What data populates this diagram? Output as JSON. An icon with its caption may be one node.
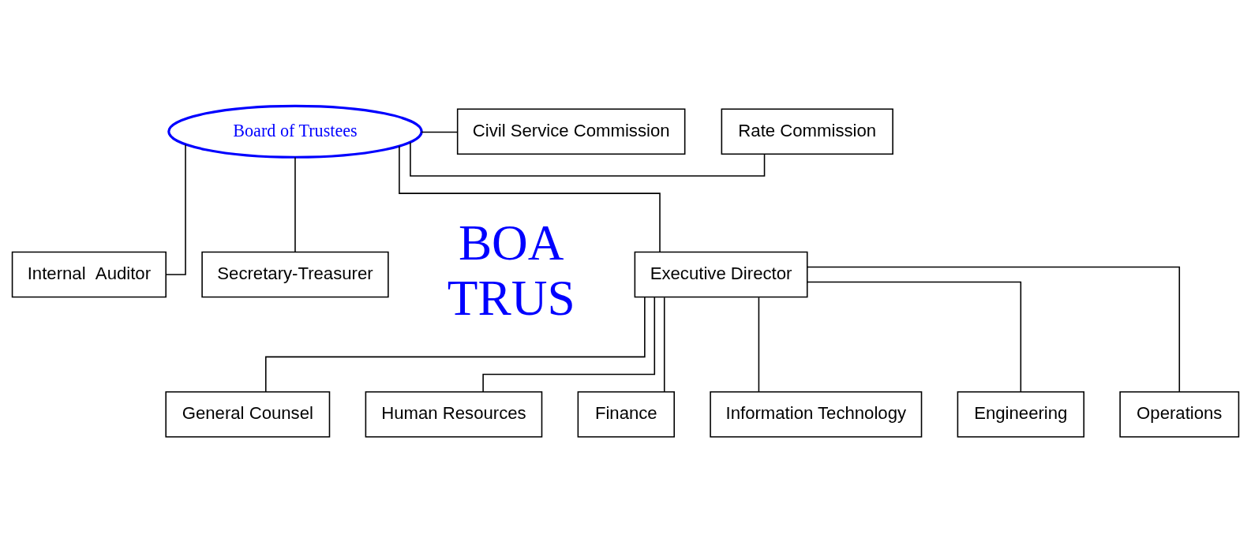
{
  "diagram": {
    "nodes": [
      {
        "text": [
          "Board of Trustees"
        ]
      },
      {
        "text": [
          "Rate Commission"
        ]
      },
      {
        "text": [
          "Internal  Auditor"
        ]
      },
      {
        "text": [
          "Civil Service Commission"
        ]
      },
      {
        "text": [
          "Secretary-Treasurer"
        ]
      },
      {
        "text": [
          "Executive Director"
        ]
      },
      {
        "text": [
          "General Counsel"
        ]
      },
      {
        "text": [
          "Human Resources"
        ]
      },
      {
        "text": [
          "Finance"
        ]
      },
      {
        "text": [
          "Information Technology"
        ]
      },
      {
        "text": [
          "Engineering"
        ]
      },
      {
        "text": [
          "Operations"
        ]
      }
    ],
    "edges": [
      {
        "from": 0,
        "to": 1,
        "arrow": "none"
      },
      {
        "from": 0,
        "to": 2,
        "arrow": "none"
      },
      {
        "from": 0,
        "to": 3,
        "arrow": "none"
      },
      {
        "from": 0,
        "to": 4,
        "arrow": "none"
      },
      {
        "from": 0,
        "to": 5,
        "arrow": "none"
      },
      {
        "from": 5,
        "to": 6,
        "arrow": "none"
      },
      {
        "from": 5,
        "to": 7,
        "arrow": "none"
      },
      {
        "from": 5,
        "to": 8,
        "arrow": "none"
      },
      {
        "from": 5,
        "to": 9,
        "arrow": "none"
      },
      {
        "from": 5,
        "to": 10,
        "arrow": "none"
      },
      {
        "from": 5,
        "to": 11,
        "arrow": "none"
      }
    ],
    "labels": [
      "BOA",
      "TRUS"
    ]
  }
}
